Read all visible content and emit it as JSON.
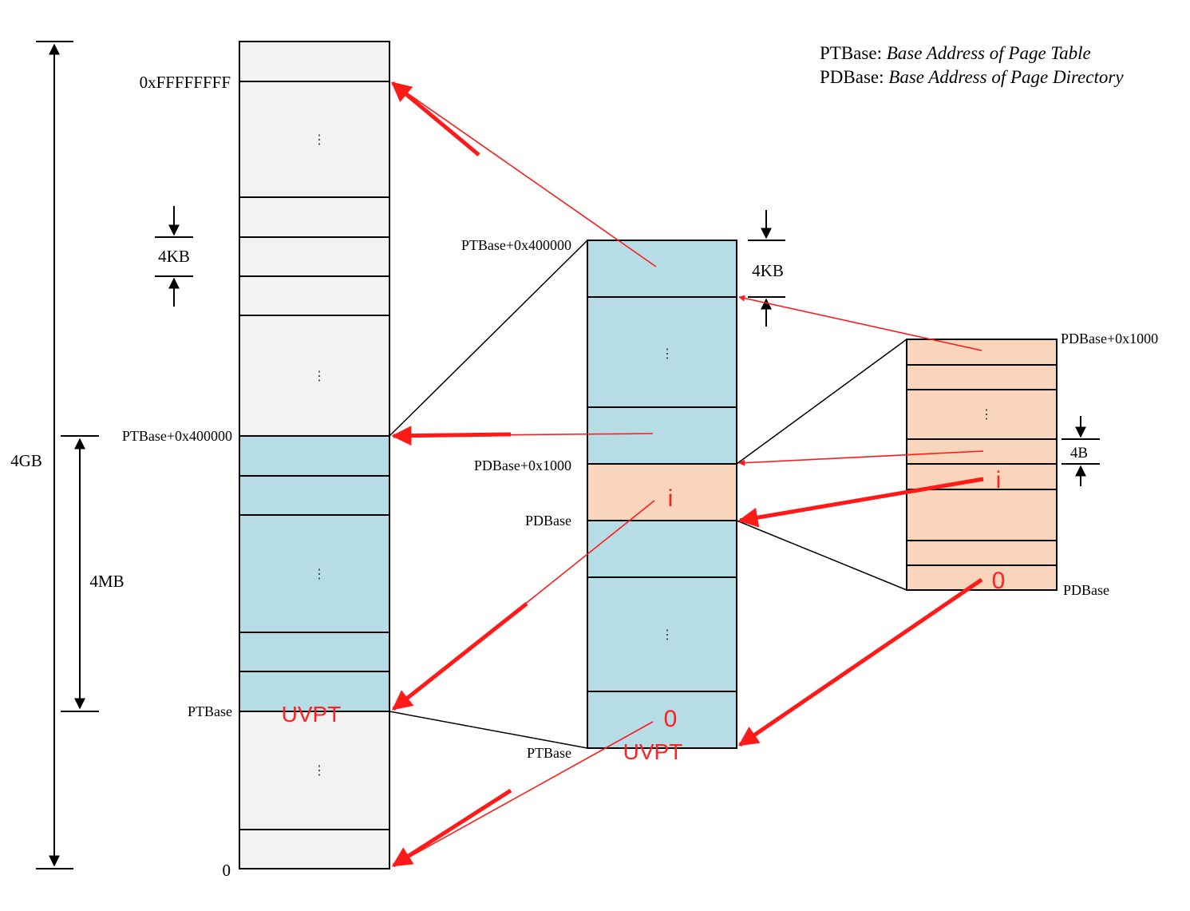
{
  "legend": {
    "pt_key": "PTBase",
    "pt_value": "Base Address of Page Table",
    "pd_key": "PDBase",
    "pd_value": "Base Address of Page Directory"
  },
  "left_column": {
    "top_address": "0xFFFFFFFF",
    "pt_top": "PTBase+0x400000",
    "pt_bottom": "PTBase",
    "bottom_address": "0",
    "size_total": "4GB",
    "size_region": "4MB",
    "size_page": "4KB",
    "uvpt_label": "UVPT",
    "ellipsis": "⋮"
  },
  "middle_column": {
    "pt_top": "PTBase+0x400000",
    "pd_top": "PDBase+0x1000",
    "pd_bottom": "PDBase",
    "pt_bottom": "PTBase",
    "size_page": "4KB",
    "entry_i": "i",
    "entry_0": "0",
    "uvpt_label": "UVPT",
    "ellipsis": "⋮"
  },
  "right_column": {
    "pd_top": "PDBase+0x1000",
    "pd_bottom": "PDBase",
    "size_entry": "4B",
    "entry_i": "i",
    "entry_0": "0",
    "ellipsis": "⋮"
  },
  "colors": {
    "gray_fill": "#f2f2f2",
    "blue_fill": "#b6dde6",
    "peach_fill": "#f9d5bb",
    "arrow_red": "#ff1a1a",
    "outline": "#000000"
  }
}
